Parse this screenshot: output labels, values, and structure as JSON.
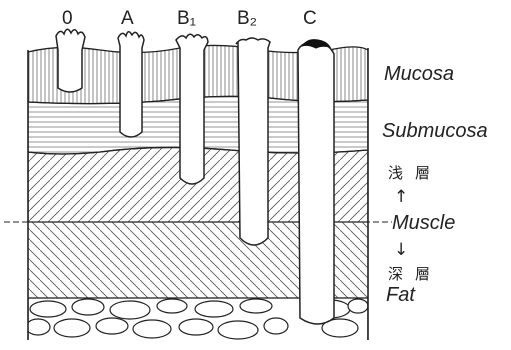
{
  "stages": [
    {
      "label": "0"
    },
    {
      "label": "A"
    },
    {
      "label": "B₁"
    },
    {
      "label": "B₂"
    },
    {
      "label": "C"
    }
  ],
  "layers": [
    {
      "label": "Mucosa"
    },
    {
      "label": "Submucosa"
    },
    {
      "label": "Muscle"
    },
    {
      "label": "Fat"
    }
  ],
  "muscle_annotations": {
    "upper": "浅層",
    "lower": "深層",
    "up_arrow": "↑",
    "down_arrow": "↓"
  }
}
